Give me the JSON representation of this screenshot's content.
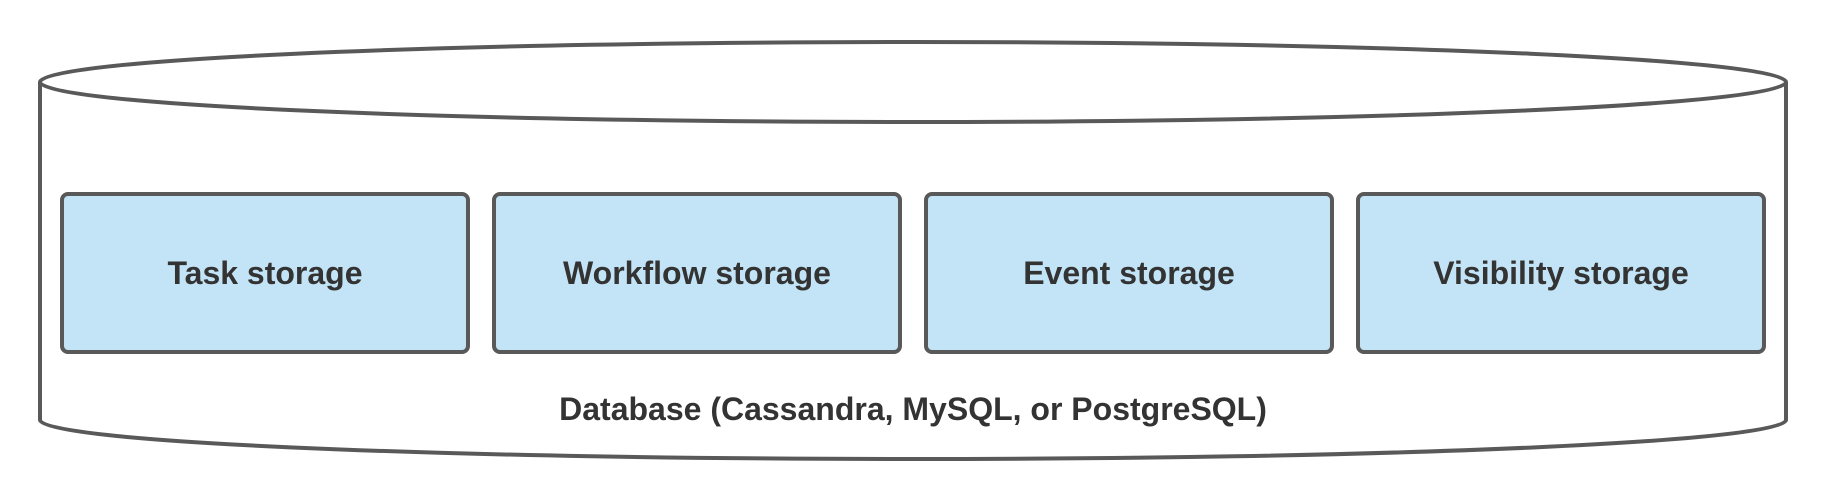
{
  "database": {
    "label": "Database (Cassandra, MySQL, or PostgreSQL)"
  },
  "storages": [
    {
      "label": "Task storage"
    },
    {
      "label": "Workflow storage"
    },
    {
      "label": "Event storage"
    },
    {
      "label": "Visibility storage"
    }
  ],
  "colors": {
    "box_fill": "#c3e4f6",
    "stroke": "#595959",
    "text": "#333333"
  }
}
